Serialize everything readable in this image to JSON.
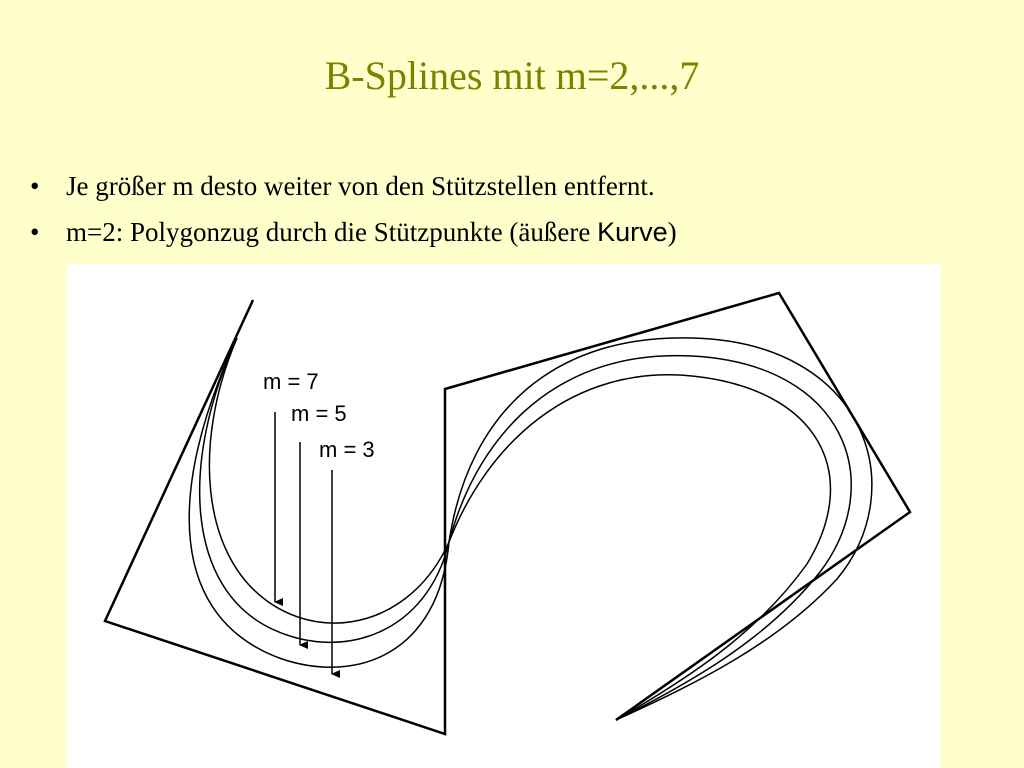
{
  "slide": {
    "title": "B-Splines mit m=2,...,7"
  },
  "bullets": [
    {
      "marker": "•",
      "text": "Je größer m desto weiter von den Stützstellen entfernt."
    },
    {
      "marker": "•",
      "text_before": "m=2: Polygonzug durch die Stützpunkte (äußere ",
      "text_sans": "Kurve",
      "text_after": ")"
    }
  ],
  "figure": {
    "labels": {
      "m7": "m = 7",
      "m5": "m = 5",
      "m3": "m = 3"
    },
    "line_color": "#000000",
    "background": "#FFFFFF"
  },
  "colors": {
    "page_background": "#FFFFCC",
    "title": "#808000",
    "text": "#000000"
  }
}
